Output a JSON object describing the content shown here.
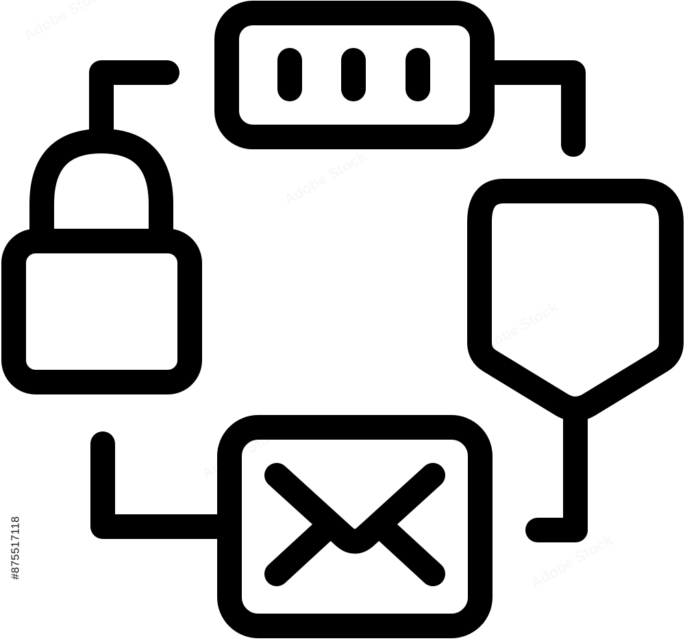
{
  "colors": {
    "background": "#ffffff",
    "stroke": "#000000",
    "watermark": "#c8c8c8"
  },
  "icons": {
    "password_box": "password-field-icon",
    "shield": "shield-icon",
    "mail": "mail-envelope-icon",
    "lock": "padlock-icon",
    "connectors": "cycle-connector-lines"
  },
  "password_box": {
    "masked_chars": 3
  },
  "watermark": {
    "text": "Adobe Stock",
    "stock_id": "#875517118"
  }
}
